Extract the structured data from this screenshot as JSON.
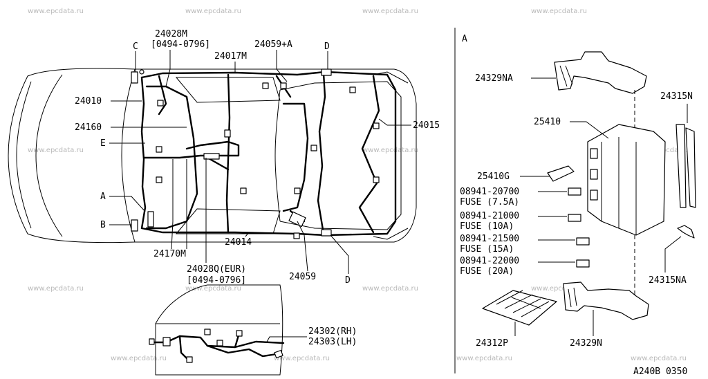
{
  "watermark": "www.epcdata.ru",
  "diagram_code": "A240B 0350",
  "detail_ref": "A",
  "labels": {
    "p24028M": "24028M",
    "p24028M_range": "[0494-0796]",
    "p24017M": "24017M",
    "p24059A": "24059+A",
    "refC": "C",
    "refD_top": "D",
    "p24010": "24010",
    "p24160": "24160",
    "refE": "E",
    "p24015": "24015",
    "refA": "A",
    "refB": "B",
    "p24170M": "24170M",
    "p24014": "24014",
    "p24028Q": "24028Q(EUR)",
    "p24028Q_range": "[0494-0796]",
    "p24059": "24059",
    "refD_bottom": "D",
    "p24302": "24302(RH)",
    "p24303": "24303(LH)",
    "p24329NA": "24329NA",
    "p24315N": "24315N",
    "p25410": "25410",
    "p25410G": "25410G",
    "p08941_20700": "08941-20700",
    "fuse_75": "FUSE (7.5A)",
    "p08941_21000": "08941-21000",
    "fuse_10": "FUSE (10A)",
    "p08941_21500": "08941-21500",
    "fuse_15": "FUSE (15A)",
    "p08941_22000": "08941-22000",
    "fuse_20": "FUSE (20A)",
    "p24315NA": "24315NA",
    "p24312P": "24312P",
    "p24329N": "24329N"
  }
}
